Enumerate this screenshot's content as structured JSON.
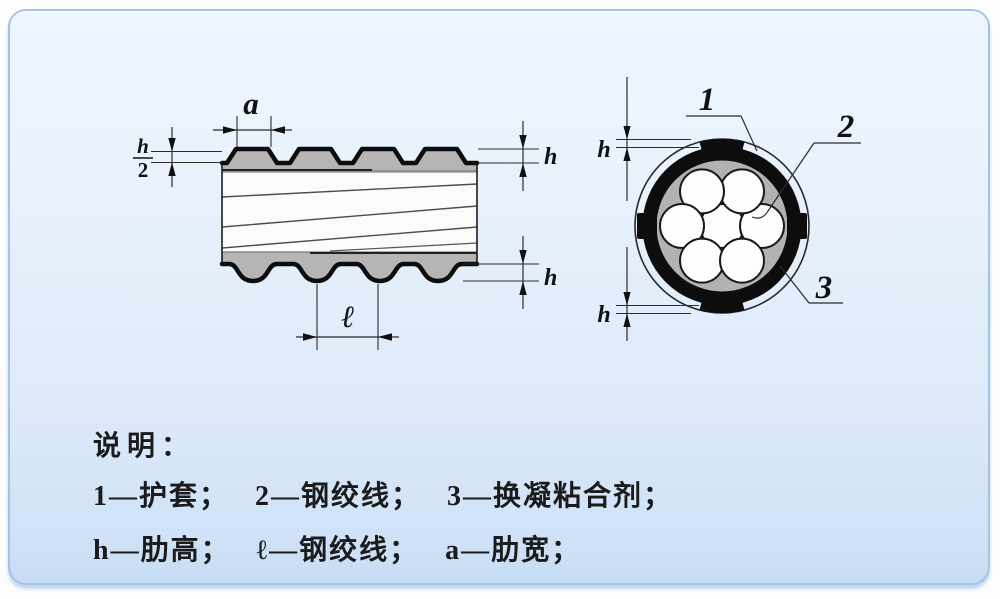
{
  "figure": {
    "labels": {
      "a": "a",
      "h": "h",
      "half_denominator": "2",
      "pitch": "ℓ"
    },
    "parts": {
      "sheath": "1",
      "strand": "2",
      "adhesive": "3"
    },
    "cross_section_wire_count": 7
  },
  "legend": {
    "heading": "说明：",
    "line1": [
      "1—护套；",
      "2—钢绞线；",
      "3—换凝粘合剂；"
    ],
    "line2": [
      "h—肋高；",
      "ℓ—钢绞线；",
      "a—肋宽；"
    ]
  },
  "colors": {
    "panel_border": "#9fc3e9",
    "panel_background_top": "#eef5fe",
    "panel_background_bottom": "#c7dcf4",
    "ink": "#1c1c1c",
    "rib_gray": "#b5b5b5"
  }
}
